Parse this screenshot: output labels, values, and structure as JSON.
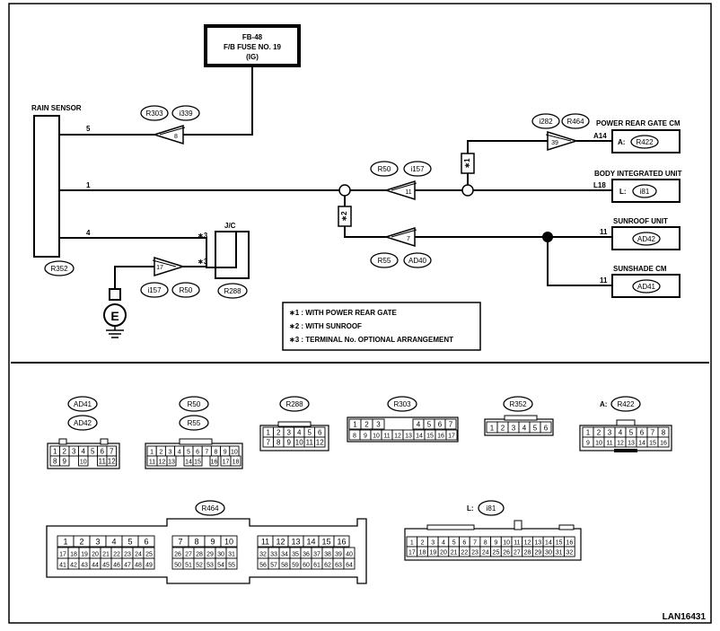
{
  "fuse": {
    "line1": "FB-48",
    "line2": "F/B FUSE NO. 19",
    "line3": "(IG)"
  },
  "rain_sensor": {
    "title": "RAIN SENSOR",
    "connector": "R352",
    "pin_5": "5",
    "pin_1": "1",
    "pin_4": "4"
  },
  "rs_connector": {
    "tag1": "R303",
    "tag2": "i339",
    "pin": "8"
  },
  "jc": {
    "title": "J/C",
    "connector": "R288",
    "mark_top": "∗3",
    "mark_bottom": "∗3",
    "pin": "17",
    "tag1": "i157",
    "tag2": "R50"
  },
  "ground": {
    "symbol": "E"
  },
  "body_connector": {
    "tag1": "R50",
    "tag2": "i157",
    "pin": "11"
  },
  "sunroof_connector": {
    "tag1": "R55",
    "tag2": "AD40",
    "pin": "7"
  },
  "gate_connector": {
    "tag1": "i282",
    "tag2": "R464",
    "pin": "39"
  },
  "notes_mark1": "∗1",
  "notes_mark2": "∗2",
  "modules": {
    "gate": {
      "title": "POWER REAR GATE CM",
      "pin": "A14",
      "prefix": "A:",
      "connector": "R422"
    },
    "biu": {
      "title": "BODY INTEGRATED UNIT",
      "pin": "L18",
      "prefix": "L:",
      "connector": "i81"
    },
    "sunroof": {
      "title": "SUNROOF UNIT",
      "pin": "11",
      "connector": "AD42"
    },
    "sunshade": {
      "title": "SUNSHADE CM",
      "pin": "11",
      "connector": "AD41"
    }
  },
  "legend": {
    "line1": "∗1 : WITH POWER REAR GATE",
    "line2": "∗2 : WITH SUNROOF",
    "line3": "∗3 : TERMINAL No. OPTIONAL ARRANGEMENT"
  },
  "connectors": {
    "ad41": {
      "tag1": "AD41",
      "tag2": "AD42",
      "row1": [
        "1",
        "2",
        "3",
        "4",
        "5",
        "6",
        "7"
      ],
      "row2": [
        "8",
        "9",
        "10",
        "11",
        "12"
      ]
    },
    "r50": {
      "tag1": "R50",
      "tag2": "R55",
      "row1": [
        "1",
        "2",
        "3",
        "4",
        "5",
        "6",
        "7",
        "8",
        "9",
        "10"
      ],
      "row2": [
        "11",
        "12",
        "13",
        "14",
        "15",
        "16",
        "17",
        "18"
      ]
    },
    "r288": {
      "tag": "R288",
      "row1": [
        "1",
        "2",
        "3",
        "4",
        "5",
        "6"
      ],
      "row2": [
        "7",
        "8",
        "9",
        "10",
        "11",
        "12"
      ]
    },
    "r303": {
      "tag": "R303",
      "row1": [
        "1",
        "2",
        "3",
        "4",
        "5",
        "6",
        "7"
      ],
      "row2": [
        "8",
        "9",
        "10",
        "11",
        "12",
        "13",
        "14",
        "15",
        "16",
        "17"
      ]
    },
    "r352": {
      "tag": "R352",
      "row1": [
        "1",
        "2",
        "3",
        "4",
        "5",
        "6"
      ]
    },
    "r422": {
      "prefix": "A:",
      "tag": "R422",
      "row1": [
        "1",
        "2",
        "3",
        "4",
        "5",
        "6",
        "7",
        "8"
      ],
      "row2": [
        "9",
        "10",
        "11",
        "12",
        "13",
        "14",
        "15",
        "16"
      ]
    },
    "r464": {
      "tag": "R464",
      "a_row1": [
        "1",
        "2",
        "3",
        "4",
        "5",
        "6"
      ],
      "a_row2": [
        "17",
        "18",
        "19",
        "20",
        "21",
        "22",
        "23",
        "24",
        "25"
      ],
      "a_row3": [
        "41",
        "42",
        "43",
        "44",
        "45",
        "46",
        "47",
        "48",
        "49"
      ],
      "b_row1": [
        "7",
        "8",
        "9",
        "10"
      ],
      "b_row2": [
        "26",
        "27",
        "28",
        "29",
        "30",
        "31"
      ],
      "b_row3": [
        "50",
        "51",
        "52",
        "53",
        "54",
        "55"
      ],
      "c_row1": [
        "11",
        "12",
        "13",
        "14",
        "15",
        "16"
      ],
      "c_row2": [
        "32",
        "33",
        "34",
        "35",
        "36",
        "37",
        "38",
        "39",
        "40"
      ],
      "c_row3": [
        "56",
        "57",
        "58",
        "59",
        "60",
        "61",
        "62",
        "63",
        "64"
      ]
    },
    "i81": {
      "prefix": "L:",
      "tag": "i81",
      "row1": [
        "1",
        "2",
        "3",
        "4",
        "5",
        "6",
        "7",
        "8",
        "9",
        "10",
        "11",
        "12",
        "13",
        "14",
        "15",
        "16"
      ],
      "row2": [
        "17",
        "18",
        "19",
        "20",
        "21",
        "22",
        "23",
        "24",
        "25",
        "26",
        "27",
        "28",
        "29",
        "30",
        "31",
        "32"
      ]
    }
  },
  "figure_id": "LAN16431"
}
